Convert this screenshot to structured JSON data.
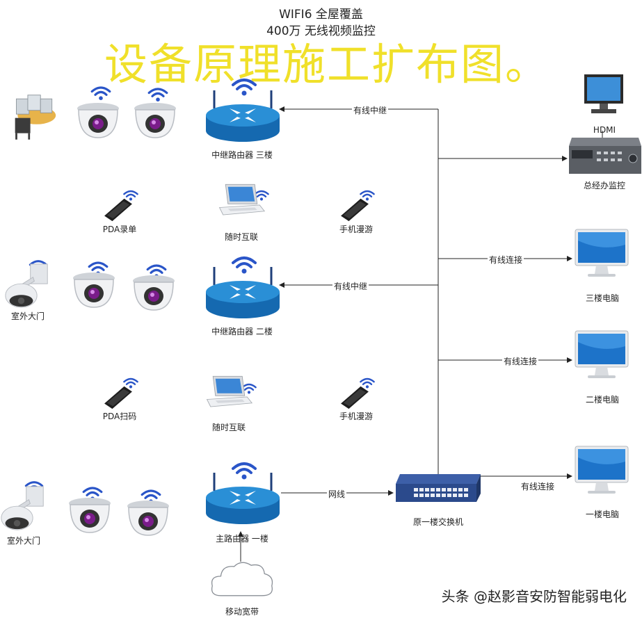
{
  "header": {
    "line1": "WIFI6 全屋覆盖",
    "line2": "400万 无线视频监控",
    "big_title": "设备原理施工扩布图。"
  },
  "labels": {
    "router_3f": "中继路由器 三楼",
    "router_2f": "中继路由器 二楼",
    "router_1f": "主路由器 一楼",
    "laptop_3f": "随时互联",
    "laptop_2f": "随时互联",
    "pda_3f": "PDA录单",
    "pda_2f": "PDA扫码",
    "phone_3f": "手机漫游",
    "phone_2f": "手机漫游",
    "gate_2f": "室外大门",
    "gate_1f": "室外大门",
    "cloud": "移动宽带",
    "switch": "原一楼交换机",
    "hdmi": "HDMI",
    "nvr": "总经办监控",
    "pc_3f": "三楼电脑",
    "pc_2f": "二楼电脑",
    "pc_1f": "一楼电脑"
  },
  "links": {
    "wired_relay_3f": "有线中继",
    "wired_relay_2f": "有线中继",
    "wired_conn_3f": "有线连接",
    "wired_conn_2f": "有线连接",
    "wired_conn_1f": "有线连接",
    "net_cable": "网线"
  },
  "watermark": "头条 @赵影音安防智能弱电化",
  "colors": {
    "router": "#1e7fc4",
    "wifi": "#2a55c8",
    "title_yellow": "#f0e02a",
    "monitor_screen": "#1d73c9",
    "switch": "#2b4a8c"
  }
}
